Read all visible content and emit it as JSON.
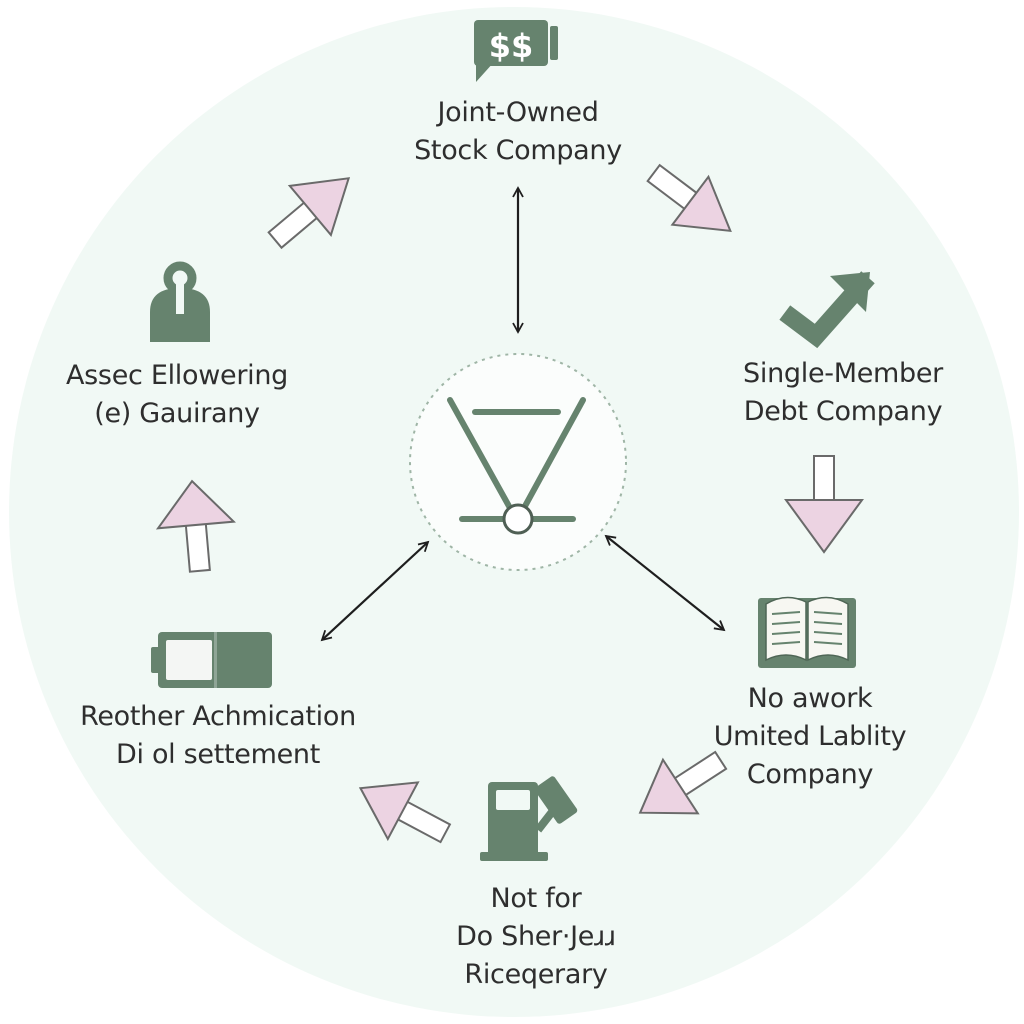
{
  "colors": {
    "background_circle": "#f1f9f5",
    "icon_green": "#66836e",
    "arrow_pink": "#ecd3e2",
    "arrow_outline": "#6a6a6a",
    "text": "#2e2e2e"
  },
  "nodes": [
    {
      "id": "top",
      "icon": "money-sign-icon",
      "icon_text": "$$",
      "lines": [
        "Joint-Owned",
        "Stock Company"
      ]
    },
    {
      "id": "right-upper",
      "icon": "checkmark-icon",
      "lines": [
        "Single-Member",
        "Debt Company"
      ]
    },
    {
      "id": "right-lower",
      "icon": "open-book-icon",
      "lines": [
        "No awork",
        "Umited  Lablity",
        "Company"
      ]
    },
    {
      "id": "bottom",
      "icon": "fuel-pump-icon",
      "lines": [
        "Not for",
        "Do Sher·Jeɹɹ",
        "Riceqerary"
      ]
    },
    {
      "id": "left-lower",
      "icon": "battery-icon",
      "lines": [
        "Reother Achmication",
        "Di ol settement"
      ]
    },
    {
      "id": "left-upper",
      "icon": "padlock-icon",
      "lines": [
        "Assec Ellowering",
        "(e) Gauirany"
      ]
    }
  ],
  "center": {
    "icon": "balance-scale-icon"
  }
}
